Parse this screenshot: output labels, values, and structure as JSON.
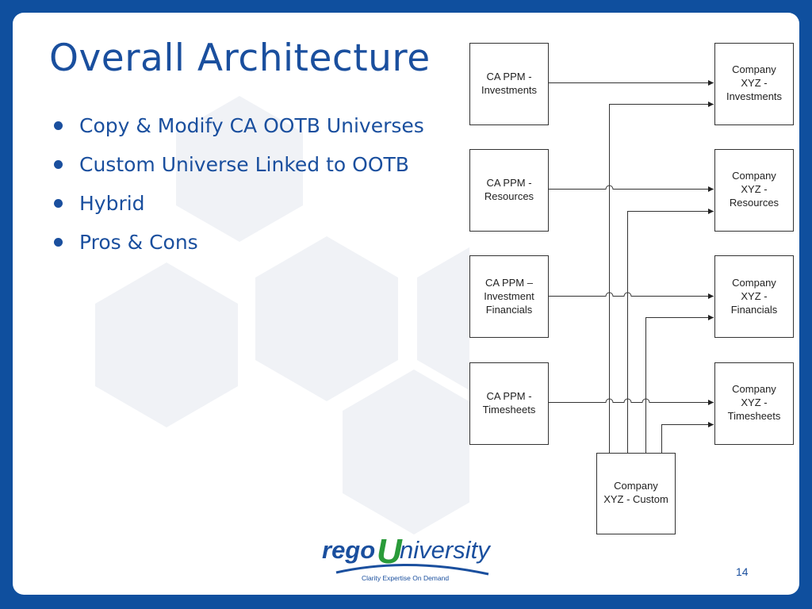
{
  "slide": {
    "title": "Overall Architecture",
    "bullets": [
      "Copy & Modify CA OOTB Universes",
      "Custom Universe Linked to OOTB",
      "Hybrid",
      "Pros & Cons"
    ],
    "page_number": "14"
  },
  "diagram": {
    "left_boxes": [
      [
        "CA PPM -",
        "Investments"
      ],
      [
        "CA PPM -",
        "Resources"
      ],
      [
        "CA PPM –",
        "Investment",
        "Financials"
      ],
      [
        "CA PPM -",
        "Timesheets"
      ]
    ],
    "right_boxes": [
      [
        "Company",
        "XYZ -",
        "Investments"
      ],
      [
        "Company",
        "XYZ -",
        "Resources"
      ],
      [
        "Company",
        "XYZ -",
        "Financials"
      ],
      [
        "Company",
        "XYZ -",
        "Timesheets"
      ]
    ],
    "custom_box": [
      "Company",
      "XYZ - Custom"
    ]
  },
  "logo": {
    "text_rego": "rego",
    "text_u": "U",
    "text_niversity": "niversity",
    "tagline": "Clarity Expertise On Demand"
  },
  "colors": {
    "frame": "#0f4f9e",
    "title": "#1a4f9e",
    "logo_green": "#2a9b3a"
  }
}
